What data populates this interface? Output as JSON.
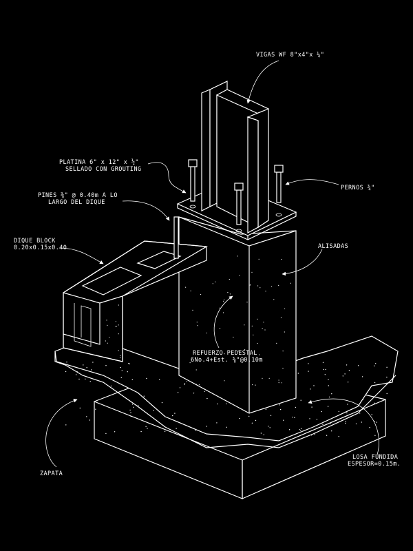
{
  "labels": {
    "vigas": "VIGAS WF 8\"x4\"x ¼\"",
    "platina_1": "PLATINA 6\" x 12\" x ½\"",
    "platina_2": "SELLADO CON GROUTING",
    "pines_1": "PINES ⅜\" @ 0.40m A LO",
    "pines_2": "LARGO DEL DIQUE",
    "pernos": "PERNOS ¾\"",
    "dique_1": "DIQUE BLOCK",
    "dique_2": "0.20x0.15x0.40",
    "alisadas": "ALISADAS",
    "refuerzo_1": "REFUERZO PEDESTAL",
    "refuerzo_2": "6No.4+Est. ⅜\"@0.10m",
    "zapata": "ZAPATA",
    "losa_1": "LOSA FUNDIDA",
    "losa_2": "ESPESOR=0.15m."
  },
  "colors": {
    "background": "#000000",
    "linework": "#ffffff"
  }
}
